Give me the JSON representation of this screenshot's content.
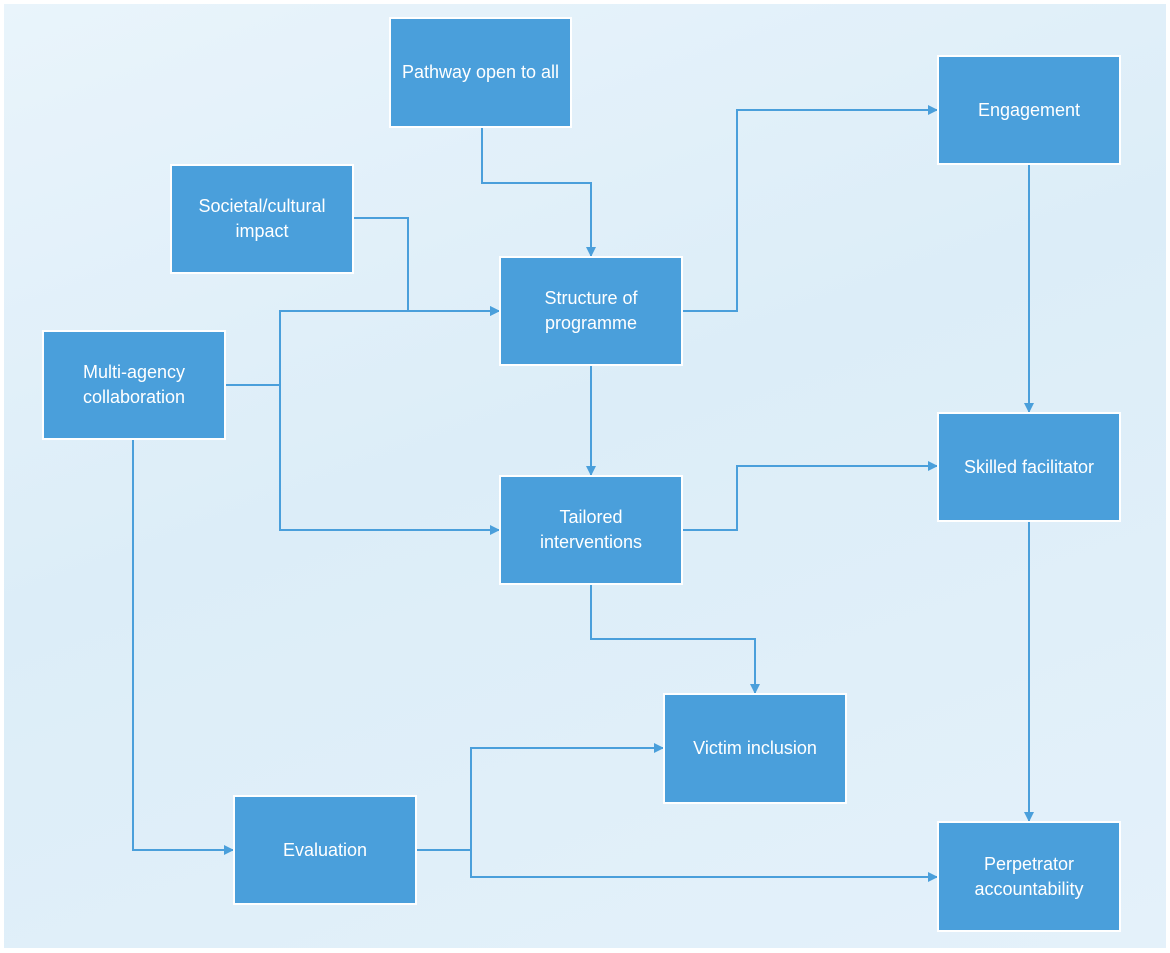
{
  "colors": {
    "node_fill": "#4a9fdb",
    "node_text": "#ffffff",
    "edge": "#4a9fdb",
    "background": "#e3f0f9"
  },
  "nodes": {
    "pathway": "Pathway open to all",
    "societal": "Societal/cultural impact",
    "structure": "Structure of programme",
    "multi_agency": "Multi-agency collaboration",
    "tailored": "Tailored interventions",
    "engagement": "Engagement",
    "skilled": "Skilled facilitator",
    "victim": "Victim inclusion",
    "evaluation": "Evaluation",
    "perpetrator": "Perpetrator accountability"
  },
  "edges": [
    {
      "from": "pathway",
      "to": "structure"
    },
    {
      "from": "societal",
      "to": "structure"
    },
    {
      "from": "multi_agency",
      "to": "structure"
    },
    {
      "from": "multi_agency",
      "to": "tailored"
    },
    {
      "from": "multi_agency",
      "to": "evaluation"
    },
    {
      "from": "structure",
      "to": "engagement"
    },
    {
      "from": "structure",
      "to": "tailored"
    },
    {
      "from": "tailored",
      "to": "skilled"
    },
    {
      "from": "tailored",
      "to": "victim"
    },
    {
      "from": "engagement",
      "to": "skilled"
    },
    {
      "from": "skilled",
      "to": "perpetrator"
    },
    {
      "from": "evaluation",
      "to": "victim"
    },
    {
      "from": "evaluation",
      "to": "perpetrator"
    }
  ]
}
